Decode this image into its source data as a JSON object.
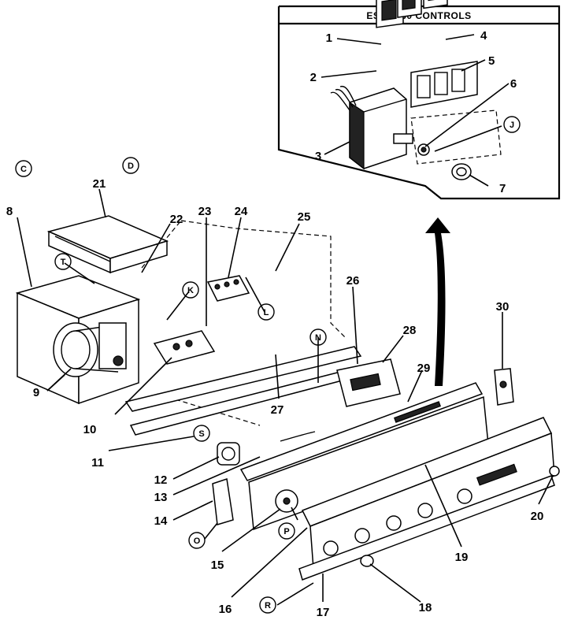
{
  "inset": {
    "title": "ESCCV30 CONTROLS"
  },
  "callouts": [
    "1",
    "2",
    "3",
    "4",
    "5",
    "6",
    "7",
    "8",
    "9",
    "10",
    "11",
    "12",
    "13",
    "14",
    "15",
    "16",
    "17",
    "18",
    "19",
    "20",
    "21",
    "22",
    "23",
    "24",
    "25",
    "26",
    "27",
    "28",
    "29",
    "30"
  ],
  "circled": [
    "C",
    "D",
    "T",
    "K",
    "L",
    "N",
    "S",
    "O",
    "P",
    "R",
    "J"
  ]
}
